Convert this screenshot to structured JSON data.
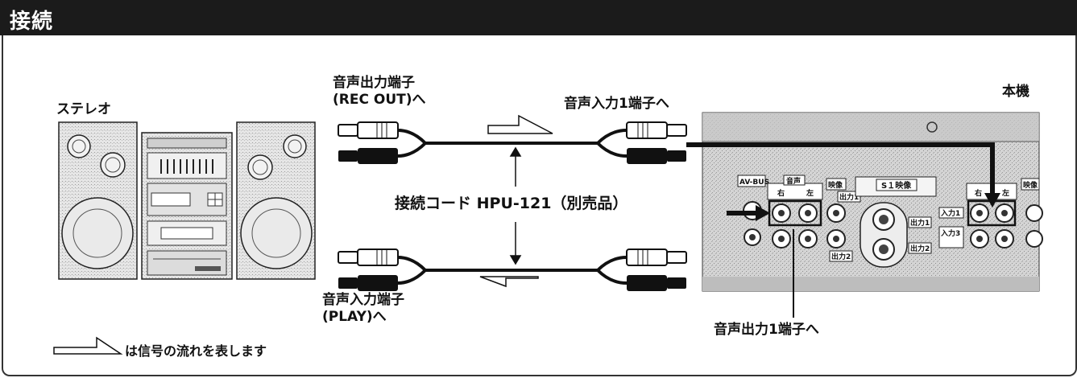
{
  "header": {
    "title": "接続"
  },
  "labels": {
    "stereo": "ステレオ",
    "unit": "本機",
    "audio_out_top_line1": "音声出力端子",
    "audio_out_top_line2": "(REC OUT)へ",
    "audio_in1": "音声入力1端子へ",
    "cord": "接続コード HPU-121（別売品）",
    "audio_in_bottom_line1": "音声入力端子",
    "audio_in_bottom_line2": "(PLAY)へ",
    "audio_out1": "音声出力1端子へ",
    "legend": "は信号の流れを表します"
  },
  "panel_labels": {
    "av_bus": "AV-BUS",
    "audio": "音声",
    "right": "右",
    "left": "左",
    "video": "映像",
    "s1_video": "S１映像",
    "out1": "出力1",
    "out2": "出力2",
    "in1": "入力1",
    "in3": "入力3",
    "video_right": "映像"
  }
}
